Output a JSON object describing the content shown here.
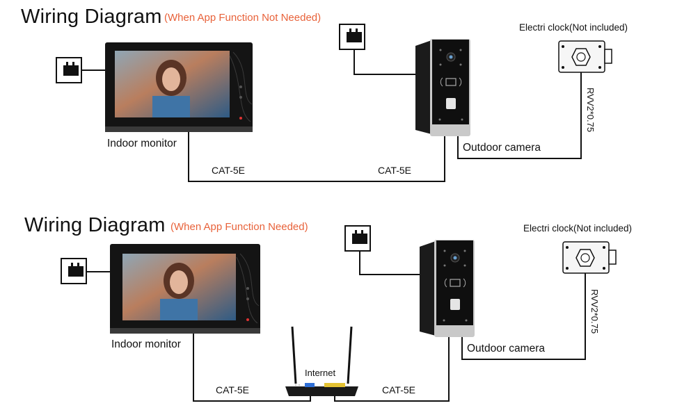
{
  "diagrams": [
    {
      "title": "Wiring Diagram",
      "subtitle": "(When App Function Not Needed)",
      "labels": {
        "indoor_monitor": "Indoor monitor",
        "outdoor_camera": "Outdoor camera",
        "lock": "Electri clock(Not included)",
        "lock_cable": "RVV2*0.75",
        "cable_left": "CAT-5E",
        "cable_right": "CAT-5E"
      }
    },
    {
      "title": "Wiring Diagram",
      "subtitle": "(When App Function Needed)",
      "labels": {
        "indoor_monitor": "Indoor monitor",
        "outdoor_camera": "Outdoor camera",
        "lock": "Electri clock(Not included)",
        "lock_cable": "RVV2*0.75",
        "router": "Internet",
        "cable_left": "CAT-5E",
        "cable_right": "CAT-5E"
      }
    }
  ],
  "colors": {
    "subtitle": "#e8623a",
    "wire": "#111111",
    "monitor_frame": "#1a1a1a",
    "camera_panel": "#0f0f0f"
  },
  "icons": [
    "power-socket-icon",
    "indoor-monitor",
    "outdoor-camera",
    "electric-lock-icon",
    "router-icon"
  ]
}
